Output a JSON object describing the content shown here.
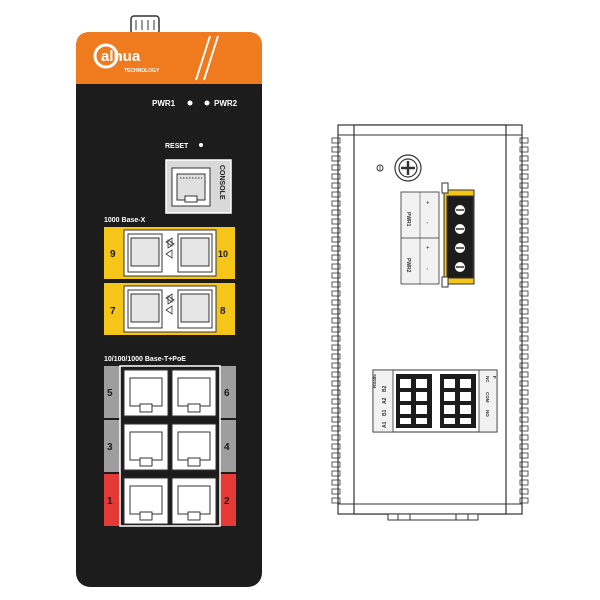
{
  "front_panel": {
    "logo": "alhua",
    "logo_sub": "TECHNOLOGY",
    "pwr1": "PWR1",
    "pwr2": "PWR2",
    "reset": "RESET",
    "console": "CONSOLE",
    "sfp_group_label": "1000 Base-X",
    "sfp_ports": [
      "9",
      "10",
      "7",
      "8"
    ],
    "rj45_group_label": "10/100/1000 Base-T+PoE",
    "rj45_ports": [
      "5",
      "6",
      "3",
      "4",
      "1",
      "2"
    ],
    "colors": {
      "body": "#1c1c1c",
      "header": "#f07a1e",
      "sfp_highlight": "#f5c518",
      "poe_port": "#e53935",
      "port_label_grey": "#9e9e9e"
    }
  },
  "side_panel": {
    "power_labels": [
      "PWR1",
      "PWR2"
    ],
    "power_pins": [
      "+",
      "-",
      "+",
      "-"
    ],
    "relay_labels": [
      "RS485",
      "A1",
      "B1",
      "A2",
      "B2"
    ],
    "io_labels": [
      "NC",
      "COM",
      "NO",
      "F"
    ]
  }
}
